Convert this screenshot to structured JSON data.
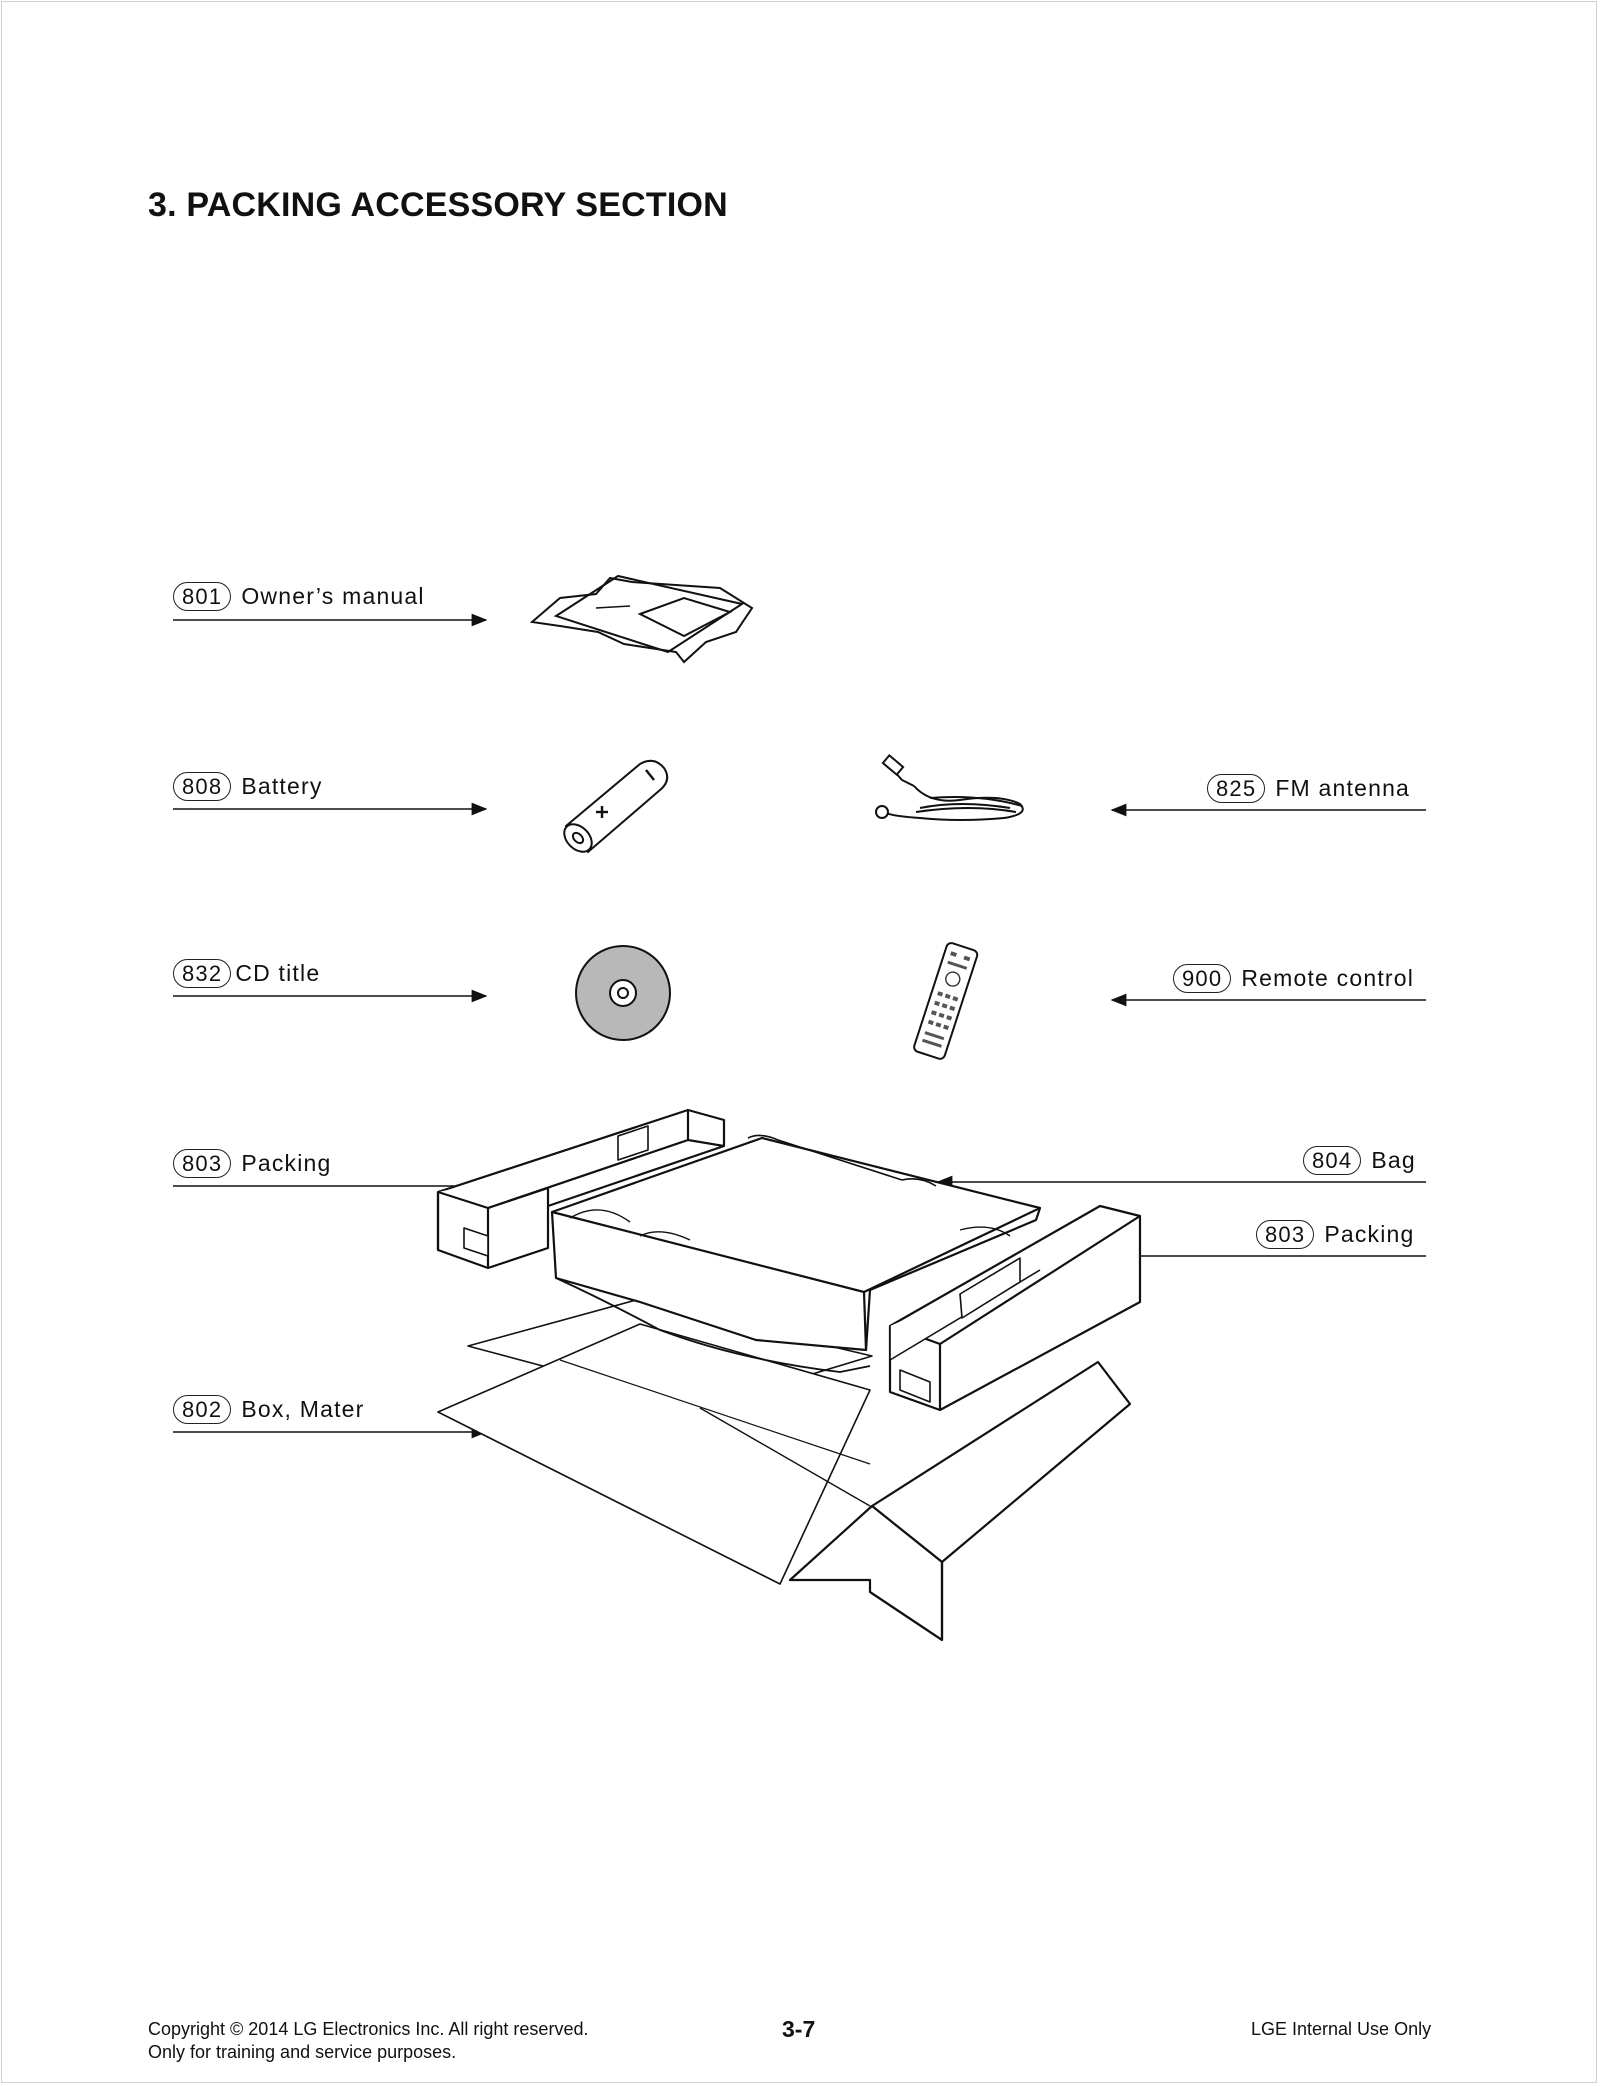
{
  "heading": "3. PACKING ACCESSORY SECTION",
  "parts": [
    {
      "number": "801",
      "name": "Owner’s manual"
    },
    {
      "number": "808",
      "name": "Battery"
    },
    {
      "number": "825",
      "name": "FM antenna"
    },
    {
      "number": "832",
      "name": "CD title"
    },
    {
      "number": "900",
      "name": "Remote control"
    },
    {
      "number": "803",
      "name": "Packing"
    },
    {
      "number": "804",
      "name": "Bag"
    },
    {
      "number": "803",
      "name": "Packing"
    },
    {
      "number": "802",
      "name": "Box, Mater"
    }
  ],
  "footer": {
    "copyright": "Copyright © 2014 LG Electronics Inc. All right reserved.",
    "purpose": "Only for training and service purposes.",
    "page_number": "3-7",
    "internal": "LGE Internal Use Only"
  }
}
